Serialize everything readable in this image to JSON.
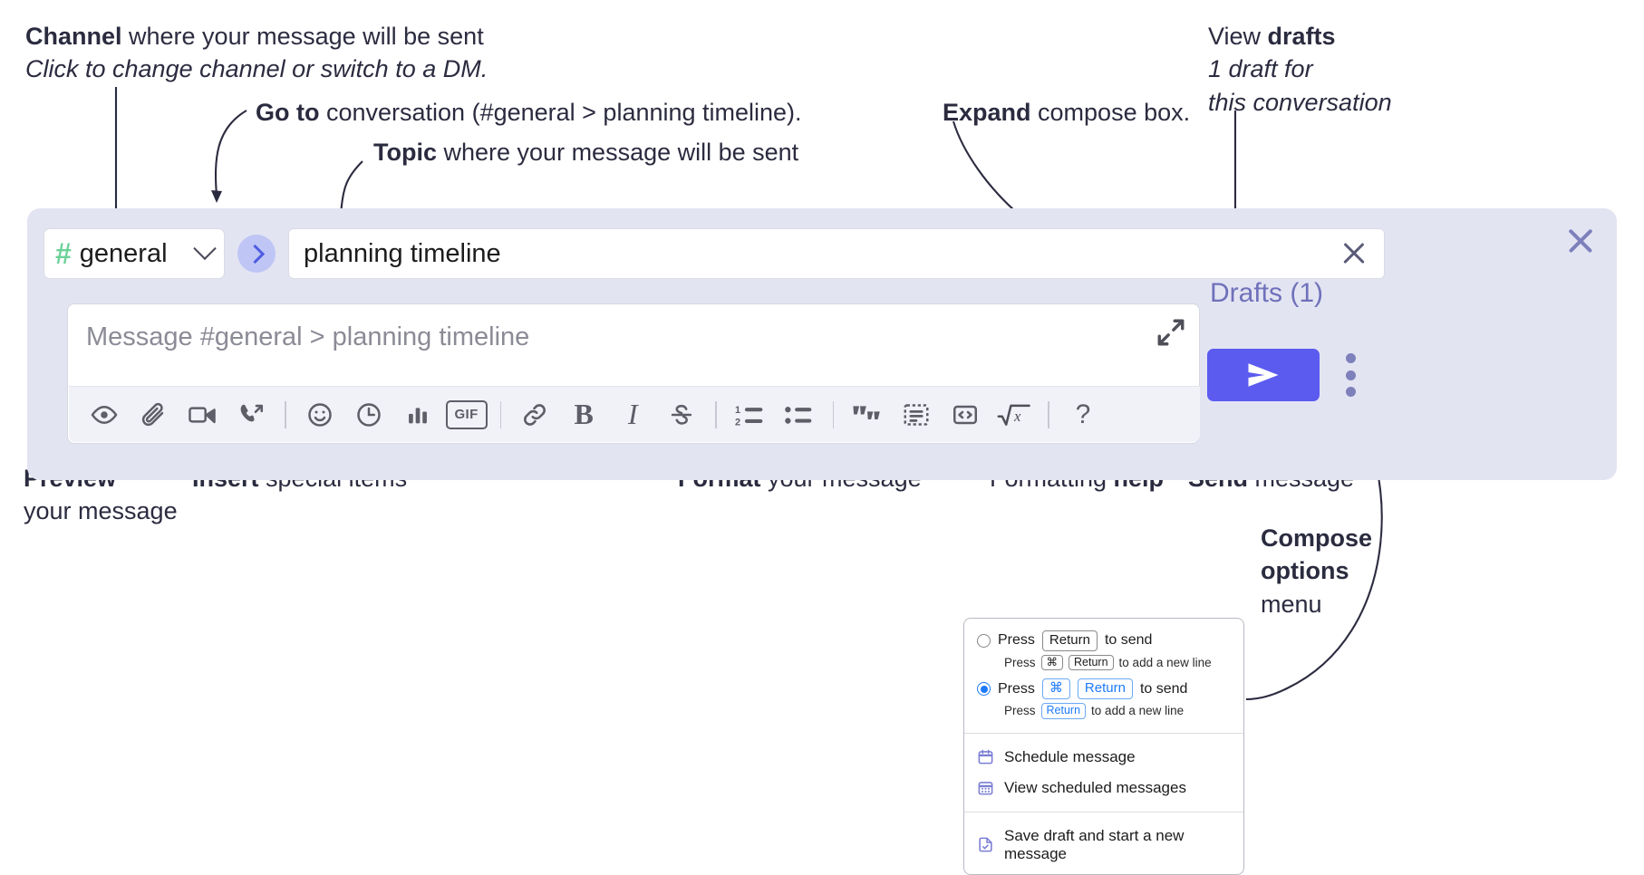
{
  "annotations": {
    "channel": {
      "line1_bold": "Channel",
      "line1_rest": " where your message will be sent",
      "line2": "Click to change channel or switch to a DM."
    },
    "goto": {
      "bold": "Go to",
      "rest": " conversation (#general > planning timeline)."
    },
    "topic": {
      "bold": "Topic",
      "rest": " where your message will be sent"
    },
    "expand": {
      "bold": "Expand",
      "rest": " compose box."
    },
    "drafts": {
      "line1_rest": "View ",
      "line1_bold": "drafts",
      "line2": "1 draft for",
      "line3": "this conversation"
    },
    "preview": {
      "bold": "Preview",
      "line2": "your message"
    },
    "insert": {
      "bold": "Insert",
      "rest": " special items"
    },
    "format": {
      "bold": "Format",
      "rest": " your message"
    },
    "help": {
      "rest": "Formatting ",
      "bold": "help"
    },
    "send": {
      "bold": "Send",
      "rest": " message"
    },
    "compose_options": {
      "line1": "Compose",
      "line2": "options",
      "line3": "menu"
    }
  },
  "compose": {
    "channel_name": "general",
    "channel_hash": "#",
    "topic_value": "planning timeline",
    "message_placeholder": "Message #general > planning timeline",
    "drafts_label": "Drafts (1)",
    "toolbar_left": [
      {
        "name": "preview-icon",
        "icon": "eye"
      },
      {
        "name": "attach-icon",
        "icon": "paperclip"
      },
      {
        "name": "video-icon",
        "icon": "video"
      },
      {
        "name": "audio-clip-icon",
        "icon": "phone-arrow"
      }
    ],
    "toolbar_insert": [
      {
        "name": "emoji-icon",
        "icon": "smiley"
      },
      {
        "name": "reminder-icon",
        "icon": "clock"
      },
      {
        "name": "poll-icon",
        "icon": "bars"
      },
      {
        "name": "gif-icon",
        "icon": "gif",
        "label": "GIF"
      }
    ],
    "toolbar_format": [
      {
        "name": "link-icon",
        "icon": "link"
      },
      {
        "name": "bold-icon",
        "icon": "bold",
        "label": "B"
      },
      {
        "name": "italic-icon",
        "icon": "italic",
        "label": "I"
      },
      {
        "name": "strikethrough-icon",
        "icon": "strike",
        "label": "S"
      }
    ],
    "toolbar_lists": [
      {
        "name": "ordered-list-icon",
        "icon": "ol"
      },
      {
        "name": "bulleted-list-icon",
        "icon": "ul"
      }
    ],
    "toolbar_blocks": [
      {
        "name": "blockquote-icon",
        "icon": "quote"
      },
      {
        "name": "code-block-icon",
        "icon": "codeblock"
      },
      {
        "name": "inline-code-icon",
        "icon": "code"
      },
      {
        "name": "latex-icon",
        "icon": "sqrt-x"
      }
    ],
    "help_label": "?"
  },
  "menu": {
    "option1": {
      "press": "Press",
      "key": "Return",
      "tail": "to send",
      "sub_press": "Press",
      "sub_key1": "⌘",
      "sub_key2": "Return",
      "sub_tail": "to add a new line",
      "selected": false
    },
    "option2": {
      "press": "Press",
      "key1": "⌘",
      "key2": "Return",
      "tail": "to send",
      "sub_press": "Press",
      "sub_key": "Return",
      "sub_tail": "to add a new line",
      "selected": true
    },
    "items": [
      {
        "name": "schedule-message",
        "label": "Schedule message",
        "icon": "calendar"
      },
      {
        "name": "view-scheduled-messages",
        "label": "View scheduled messages",
        "icon": "calendar-grid"
      },
      {
        "name": "save-draft-new-message",
        "label": "Save draft and start a new message",
        "icon": "draft-check"
      }
    ]
  },
  "colors": {
    "accent": "#5b5bf0",
    "panel": "#e3e4f2",
    "hash_green": "#6dd19a",
    "drafts_text": "#6f71ba",
    "radio_blue": "#1d7afc"
  }
}
